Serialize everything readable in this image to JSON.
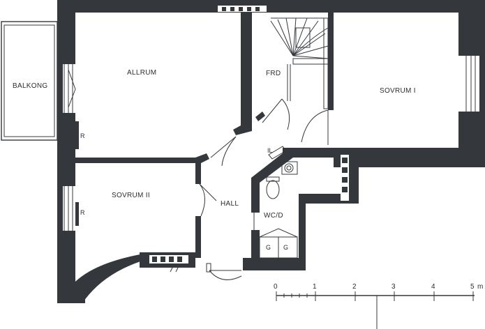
{
  "rooms": {
    "balkong": "BALKONG",
    "allrum": "ALLRUM",
    "frd": "FRD",
    "sovrum1": "SOVRUM I",
    "sovrum2": "SOVRUM II",
    "hall": "HALL",
    "wcd": "WC/D",
    "il": "IL"
  },
  "fixtures": {
    "radiator_mark": "R",
    "appliance_mark": "G"
  },
  "scale": {
    "ticks": [
      "0",
      "1",
      "2",
      "3",
      "4",
      "5"
    ],
    "unit": "m"
  }
}
